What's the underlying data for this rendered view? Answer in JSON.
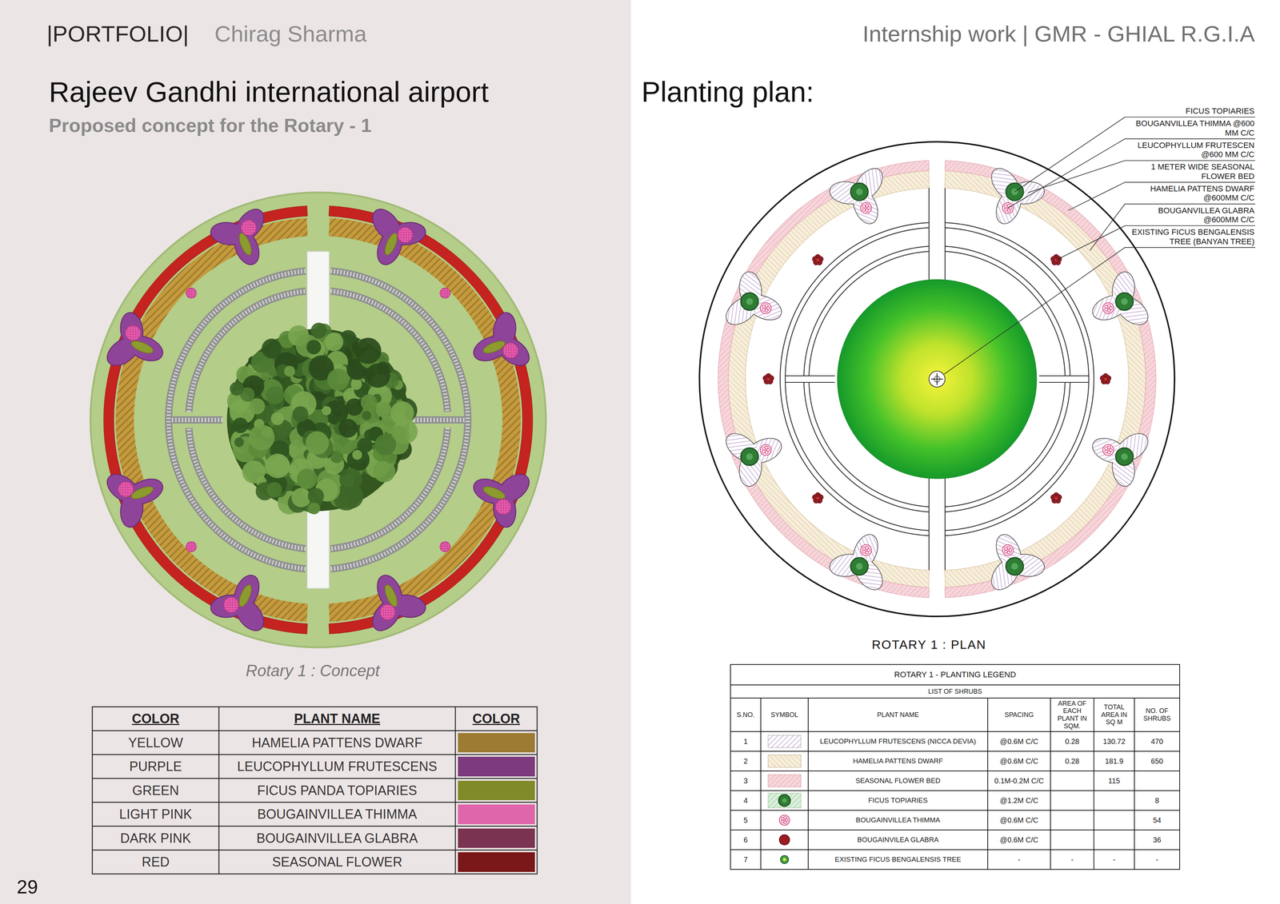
{
  "diagram": {
    "title": "Rajeev Gandhi international airport",
    "caption": "Rotary 1 : Concept",
    "labels": [
      "|PORTFOLIO|",
      "Chirag Sharma",
      "Internship work | GMR - GHIAL R.G.I.A",
      "Proposed concept for the Rotary - 1",
      "Planting plan:",
      "FICUS TOPIARIES",
      "BOUGANVILLEA THIMMA @600 MM C/C",
      "LEUCOPHYLLUM FRUTESCEN @600 MM C/C",
      "1 METER WIDE SEASONAL FLOWER BED",
      "HAMELIA PATTENS DWARF @600MM C/C",
      "BOUGANVILLEA GLABRA @600MM C/C",
      "EXISTING FICUS BENGALENSIS TREE (BANYAN TREE)",
      "ROTARY 1 : PLAN",
      "COLOR",
      "PLANT NAME",
      "COLOR",
      "YELLOW",
      "PURPLE",
      "GREEN",
      "LIGHT PINK",
      "DARK PINK",
      "RED",
      "ROTARY 1 -  PLANTING LEGEND",
      "LIST OF SHRUBS",
      "S.NO.",
      "SYMBOL",
      "PLANT  NAME",
      "SPACING",
      "AREA OF EACH PLANT IN SQM.",
      "TOTAL AREA IN SQ M",
      "NO. OF SHRUBS",
      "1",
      "@0.6M C/C",
      "0.28",
      "130.72",
      "470",
      "2",
      "@0.6M C/C",
      "0.28",
      "181.9",
      "650",
      "3",
      "0.1M-0.2M C/C",
      "115",
      "4",
      "@1.2M C/C",
      "8",
      "5",
      "@0.6M C/C",
      "54",
      "6",
      "@0.6M C/C",
      "36",
      "7",
      "-",
      "-",
      "-",
      "-",
      "29"
    ],
    "legend": [
      {
        "text": "HAMELIA  PATTENS  DWARF",
        "color": "#9c7b32"
      },
      {
        "text": "LEUCOPHYLLUM  FRUTESCENS",
        "color": "#7d3b7d"
      },
      {
        "text": "FICUS  PANDA  TOPIARIES",
        "color": "#808a26"
      },
      {
        "text": "BOUGAINVILLEA  THIMMA",
        "color": "#e066ab"
      },
      {
        "text": "BOUGAINVILLEA  GLABRA",
        "color": "#7b3352"
      },
      {
        "text": "SEASONAL  FLOWER",
        "color": "#7a1718"
      },
      {
        "text": "LEUCOPHYLLUM FRUTESCENS (NICCA DEVIA)"
      },
      {
        "text": "HAMELIA PATTENS DWARF"
      },
      {
        "text": "SEASONAL FLOWER BED"
      },
      {
        "text": "FICUS TOPIARIES"
      },
      {
        "text": "BOUGAINVILLEA THIMMA"
      },
      {
        "text": "BOUGAINVILEA GLABRA"
      },
      {
        "text": "EXISTING FICUS BENGALENSIS TREE"
      }
    ]
  }
}
